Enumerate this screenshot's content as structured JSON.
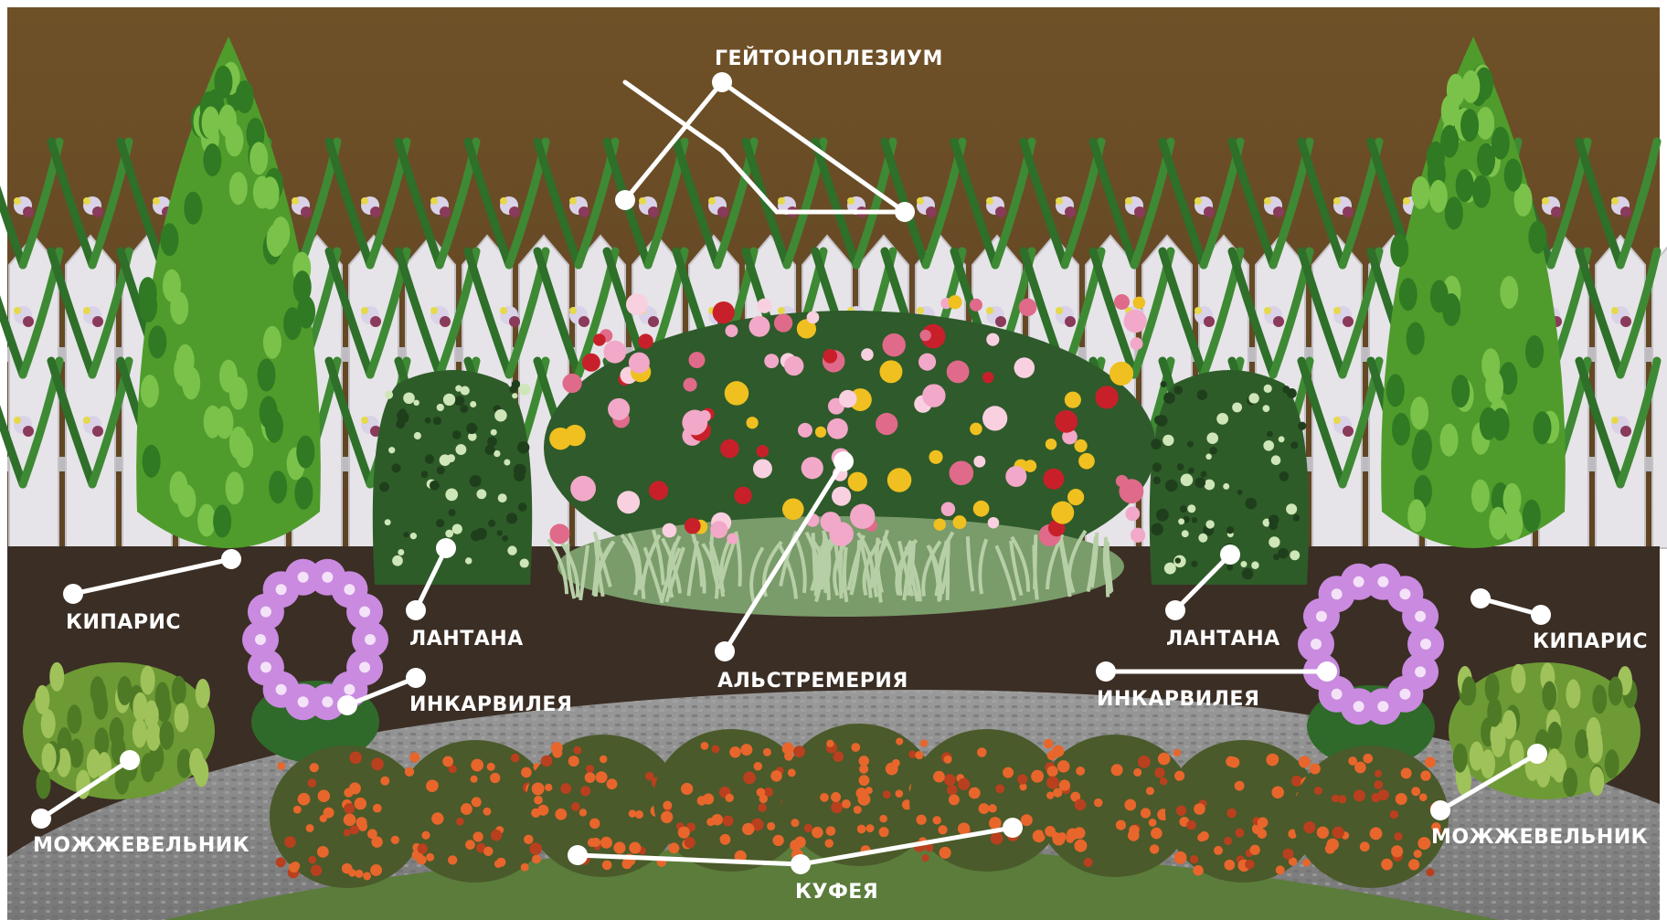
{
  "labels": {
    "geitonoplesium": "ГЕЙТОНОПЛЕЗИУМ",
    "cypress_left": "КИПАРИС",
    "cypress_right": "КИПАРИС",
    "lantana_left": "ЛАНТАНА",
    "lantana_right": "ЛАНТАНА",
    "incarvillea_left": "ИНКАРВИЛЕЯ",
    "incarvillea_right": "ИНКАРВИЛЕЯ",
    "alstroemeria": "АЛЬСТРЕМЕРИЯ",
    "juniper_left": "МОЖЖЕВЕЛЬНИК",
    "juniper_right": "МОЖЖЕВЕЛЬНИК",
    "cuphea": "КУФЕЯ"
  },
  "colors": {
    "wall": "#6b4c24",
    "fence": "#e4e2e6",
    "soil": "#3a2d24",
    "path": "#8c8c8c",
    "lawn": "#5a7d3a",
    "cypress": "#4a9a2a",
    "lantana": "#2f5f2a",
    "incarvillea": "#c77fd8",
    "juniper": "#6e9a35",
    "cuphea": "#d65a2a",
    "callout": "#ffffff"
  }
}
